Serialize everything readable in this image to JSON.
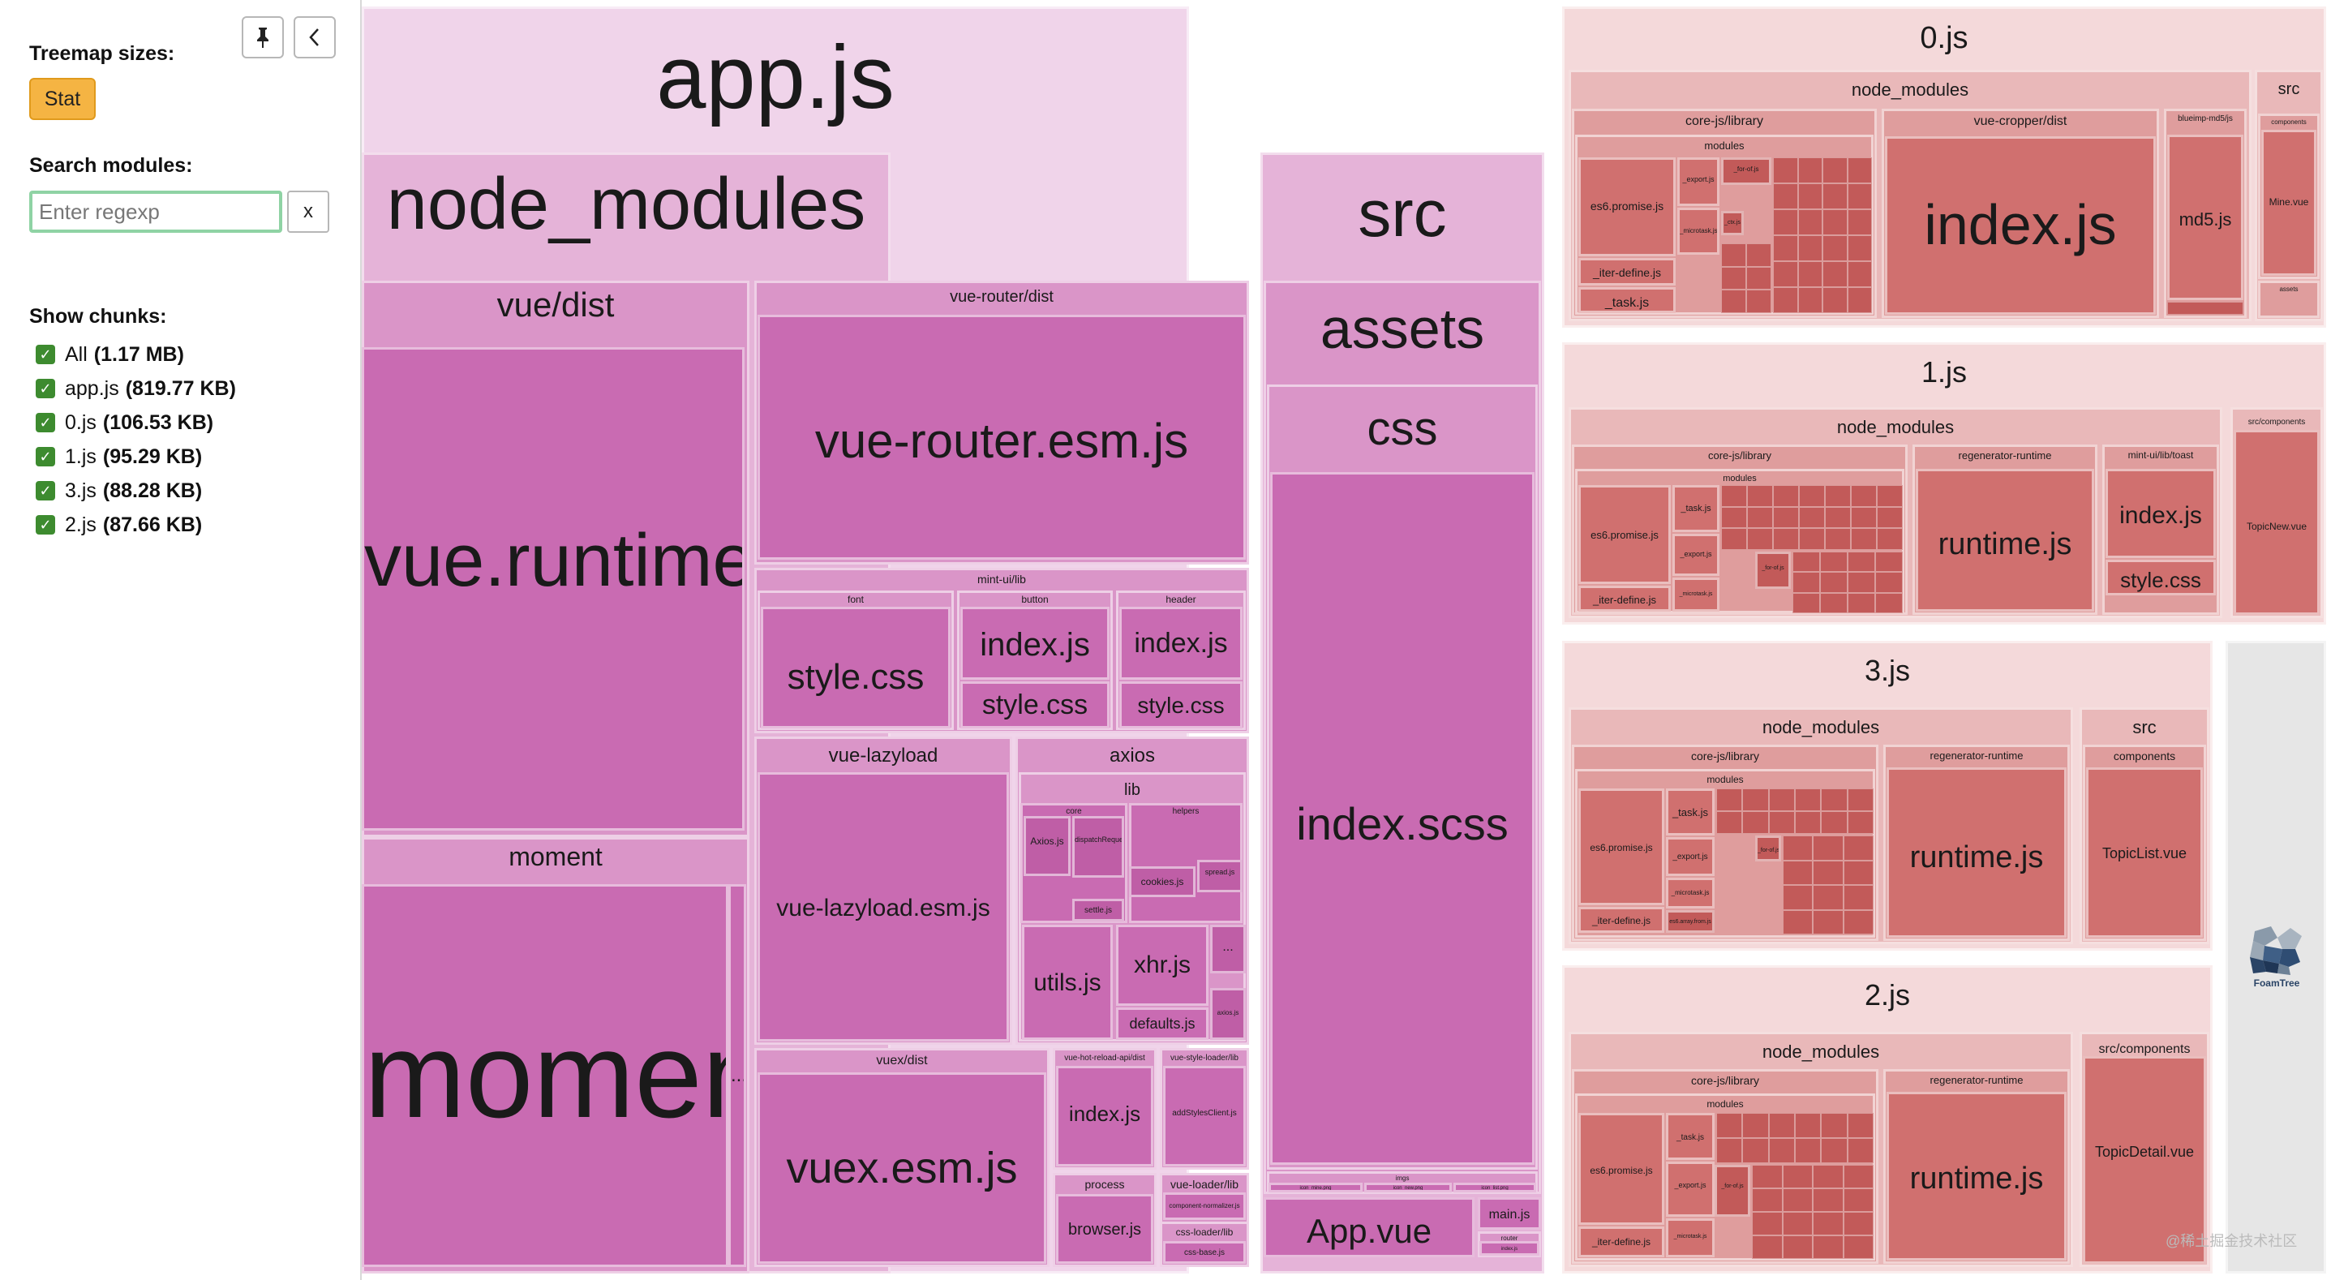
{
  "sidebar": {
    "treemap_sizes_label": "Treemap sizes:",
    "stat_label": "Stat",
    "search_label": "Search modules:",
    "search_placeholder": "Enter regexp",
    "clear_label": "x",
    "pin_icon": "pin-icon",
    "collapse_icon": "chevron-left-icon",
    "show_chunks_label": "Show chunks:",
    "chunks": [
      {
        "name": "All",
        "size": "(1.17 MB)",
        "checked": true
      },
      {
        "name": "app.js",
        "size": "(819.77 KB)",
        "checked": true
      },
      {
        "name": "0.js",
        "size": "(106.53 KB)",
        "checked": true
      },
      {
        "name": "1.js",
        "size": "(95.29 KB)",
        "checked": true
      },
      {
        "name": "3.js",
        "size": "(88.28 KB)",
        "checked": true
      },
      {
        "name": "2.js",
        "size": "(87.66 KB)",
        "checked": true
      }
    ]
  },
  "treemap": {
    "app": {
      "title": "app.js",
      "node_modules": "node_modules",
      "vue_dist": "vue/dist",
      "vue_runtime": "vue.runtime.esm.js",
      "moment": "moment",
      "moment_js": "moment.js",
      "ellipsis": "...",
      "vue_router_dist": "vue-router/dist",
      "vue_router_esm": "vue-router.esm.js",
      "mint_ui_lib": "mint-ui/lib",
      "font": "font",
      "font_style": "style.css",
      "button": "button",
      "button_index": "index.js",
      "button_style": "style.css",
      "header": "header",
      "header_index": "index.js",
      "header_style": "style.css",
      "vue_lazyload": "vue-lazyload",
      "vue_lazyload_esm": "vue-lazyload.esm.js",
      "axios": "axios",
      "lib": "lib",
      "core": "core",
      "helpers": "helpers",
      "axios_js": "Axios.js",
      "dispatch": "dispatchRequest.js",
      "settle": "settle.js",
      "cookies": "cookies.js",
      "spread": "spread.js",
      "utils": "utils.js",
      "xhr": "xhr.js",
      "defaults": "defaults.js",
      "axios_small": "axios.js",
      "vuex_dist": "vuex/dist",
      "vuex_esm": "vuex.esm.js",
      "hot_reload": "vue-hot-reload-api/dist",
      "hot_index": "index.js",
      "style_loader": "vue-style-loader/lib",
      "add_styles": "addStylesClient.js",
      "process": "process",
      "browser": "browser.js",
      "vue_loader": "vue-loader/lib",
      "component_normalizer": "component-normalizer.js",
      "css_loader": "css-loader/lib",
      "css_base": "css-base.js",
      "src": "src",
      "assets": "assets",
      "css": "css",
      "index_scss": "index.scss",
      "imgs": "imgs",
      "icon_mine": "icon_mine.png",
      "icon_new": "icon_new.png",
      "icon_list": "icon_list.png",
      "app_vue": "App.vue",
      "main_js": "main.js",
      "router": "router",
      "index_small": "index.js"
    },
    "c0": {
      "title": "0.js",
      "node_modules": "node_modules",
      "corejs": "core-js/library",
      "modules": "modules",
      "es6_promise": "es6.promise.js",
      "iter_define": "_iter-define.js",
      "task": "_task.js",
      "export": "_export.js",
      "microtask": "_microtask.js",
      "for_of": "_for-of.js",
      "ctx": "_ctx.js",
      "ellipsis": "...",
      "vue_cropper": "vue-cropper/dist",
      "index_js": "index.js",
      "blueimp": "blueimp-md5/js",
      "md5": "md5.js",
      "src": "src",
      "components": "components",
      "mine_vue": "Mine.vue",
      "assets": "assets"
    },
    "c1": {
      "title": "1.js",
      "node_modules": "node_modules",
      "corejs": "core-js/library",
      "modules": "modules",
      "es6_promise": "es6.promise.js",
      "iter_define": "_iter-define.js",
      "task": "_task.js",
      "export": "_export.js",
      "microtask": "_microtask.js",
      "for_of": "_for-of.js",
      "ellipsis": "...",
      "regenerator": "regenerator-runtime",
      "runtime": "runtime.js",
      "mint_toast": "mint-ui/lib/toast",
      "index_js": "index.js",
      "style_css": "style.css",
      "src_components": "src/components",
      "topic_new": "TopicNew.vue"
    },
    "c3": {
      "title": "3.js",
      "node_modules": "node_modules",
      "corejs": "core-js/library",
      "modules": "modules",
      "es6_promise": "es6.promise.js",
      "iter_define": "_iter-define.js",
      "task": "_task.js",
      "export": "_export.js",
      "microtask": "_microtask.js",
      "for_of": "_for-of.js",
      "array_from": "es6.array.from.js",
      "ellipsis": "...",
      "regenerator": "regenerator-runtime",
      "runtime": "runtime.js",
      "src": "src",
      "components": "components",
      "topic_list": "TopicList.vue"
    },
    "c2": {
      "title": "2.js",
      "node_modules": "node_modules",
      "corejs": "core-js/library",
      "modules": "modules",
      "es6_promise": "es6.promise.js",
      "iter_define": "_iter-define.js",
      "task": "_task.js",
      "export": "_export.js",
      "microtask": "_microtask.js",
      "for_of": "_for-of.js",
      "ellipsis": "...",
      "regenerator": "regenerator-runtime",
      "runtime": "runtime.js",
      "src_components": "src/components",
      "topic_detail": "TopicDetail.vue"
    },
    "foamtree_label": "FoamTree",
    "watermark": "@稀土掘金技术社区"
  }
}
